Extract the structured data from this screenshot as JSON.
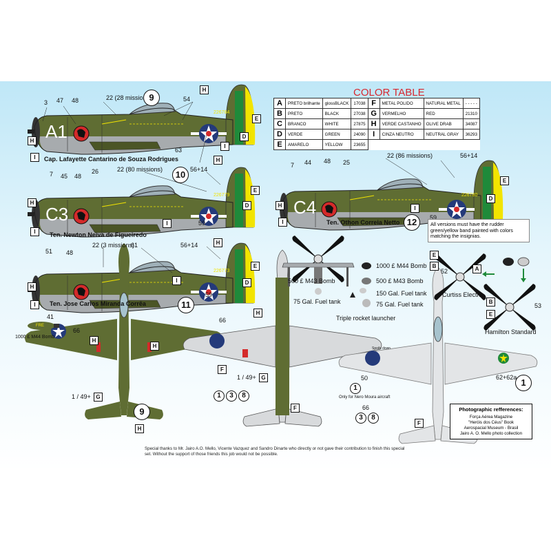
{
  "color_table": {
    "title": "COLOR TABLE",
    "rows": [
      {
        "letter": "A",
        "pt": "PRETO brilhante",
        "en": "glossBLACK",
        "fs": "17038",
        "hex": "#111111"
      },
      {
        "letter": "B",
        "pt": "PRETO",
        "en": "BLACK",
        "fs": "27038",
        "hex": "#1a1a1a"
      },
      {
        "letter": "C",
        "pt": "BRANCO",
        "en": "WHITE",
        "fs": "27875",
        "hex": "#ffffff"
      },
      {
        "letter": "D",
        "pt": "VERDE",
        "en": "GREEN",
        "fs": "24090",
        "hex": "#1f8a3a"
      },
      {
        "letter": "E",
        "pt": "AMARELO",
        "en": "YELLOW",
        "fs": "23655",
        "hex": "#f3e600"
      },
      {
        "letter": "F",
        "pt": "METAL POLIDO",
        "en": "NATURAL METAL",
        "fs": "- - - - -",
        "hex": "#d8dadc"
      },
      {
        "letter": "G",
        "pt": "VERMELHO",
        "en": "RED",
        "fs": "21310",
        "hex": "#d42a2a"
      },
      {
        "letter": "H",
        "pt": "VERDE CASTANHO",
        "en": "OLIVE DRAB",
        "fs": "34087",
        "hex": "#5d6b33"
      },
      {
        "letter": "I",
        "pt": "CINZA NEUTRO",
        "en": "NEUTRAL GRAY",
        "fs": "36293",
        "hex": "#a9adb0"
      }
    ]
  },
  "aircraft": [
    {
      "id": "a1",
      "code": "A1",
      "serial": "226784",
      "missions": "22 (28 missions)",
      "option": "9",
      "pilot": "Cap. Lafayette Cantarino de Souza Rodrigues"
    },
    {
      "id": "c3",
      "code": "C3",
      "serial": "226779",
      "missions": "22 (80 missions)",
      "option": "10",
      "pilot": "Ten. Newton Neiva de Figueiredo"
    },
    {
      "id": "b3",
      "code": "",
      "serial": "226773",
      "missions": "22 (3 missions)",
      "option": "11",
      "pilot": "Ten. Jose Carlos Miranda Corrêa"
    },
    {
      "id": "c4",
      "code": "C4",
      "serial": "226780",
      "missions": "22 (86 missions)",
      "option": "12",
      "pilot": "Ten. Othon Correia Netto"
    }
  ],
  "callouts": {
    "n3": "3",
    "n47": "47",
    "n48": "48",
    "n54": "54",
    "n63": "63",
    "n7": "7",
    "n45": "45",
    "n26": "26",
    "n5614": "56+14",
    "n59": "59",
    "n51": "51",
    "n61": "61",
    "n44": "44",
    "n25": "25",
    "n41": "41",
    "n66": "66",
    "n149g": "1 / 49+",
    "n50": "50",
    "n6262a": "62+62a",
    "n52": "52",
    "n53": "53",
    "spoils": "Spoils down"
  },
  "stores": {
    "b1000": "1000 £ M44 Bomb",
    "b500": "500 £ M43 Bomb",
    "t150": "150 Gal. Fuel tank",
    "t75": "75 Gal. Fuel tank",
    "rocket": "Triple rocket launcher",
    "bomb_left": "1000 £ M44 Bomb",
    "fre": "FRE"
  },
  "props": {
    "curtiss": "Curtiss Electric",
    "hamilton": "Hamilton Standard"
  },
  "note": "All versions must have the rudder green/yellow band painted with colors matching the insignias.",
  "opts": {
    "o9": "9",
    "o1": "1",
    "o3": "3",
    "o8": "8",
    "nero_note": "Only for Nero Moura aircraft"
  },
  "thanks": "Special thanks to Mr. Jairo A.O. Mello, Vicente Vazquez and Sandro Dinarte who directly or not gave their contribution to finish this special set. Without the support of those friends this job would not be possible.",
  "refs": {
    "title": "Photographic refferences:",
    "lines": [
      "Força Aérea Magazine",
      "\"Heróis dos Céus\" Book",
      "Aerospacial Museum - Brasil",
      "Jairo A. O. Mello photo collection"
    ]
  },
  "colors": {
    "olive": "#5f6d33",
    "olive_dark": "#46521f",
    "gray": "#a7abae",
    "yellow": "#f2e400",
    "green": "#1f8a3a",
    "red": "#d42a2a",
    "navy": "#243a7a"
  }
}
